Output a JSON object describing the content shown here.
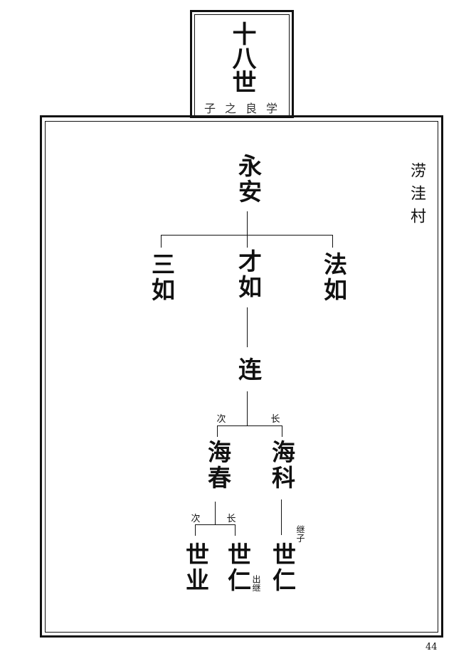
{
  "header": {
    "generation": "十八世",
    "generation_names": "子之良学"
  },
  "village": "涝洼村",
  "tree": {
    "root": "永安",
    "children": [
      "三如",
      "才如",
      "法如"
    ],
    "grandchild": "连",
    "great": [
      {
        "label": "次",
        "name": "海春"
      },
      {
        "label": "长",
        "name": "海科"
      }
    ],
    "haichun_children": [
      {
        "label": "次",
        "name": "世业"
      },
      {
        "label": "长",
        "name": "世仁",
        "note": "出继"
      }
    ],
    "haike_child": {
      "name": "世仁",
      "note": "继子"
    }
  },
  "page_number": "44"
}
